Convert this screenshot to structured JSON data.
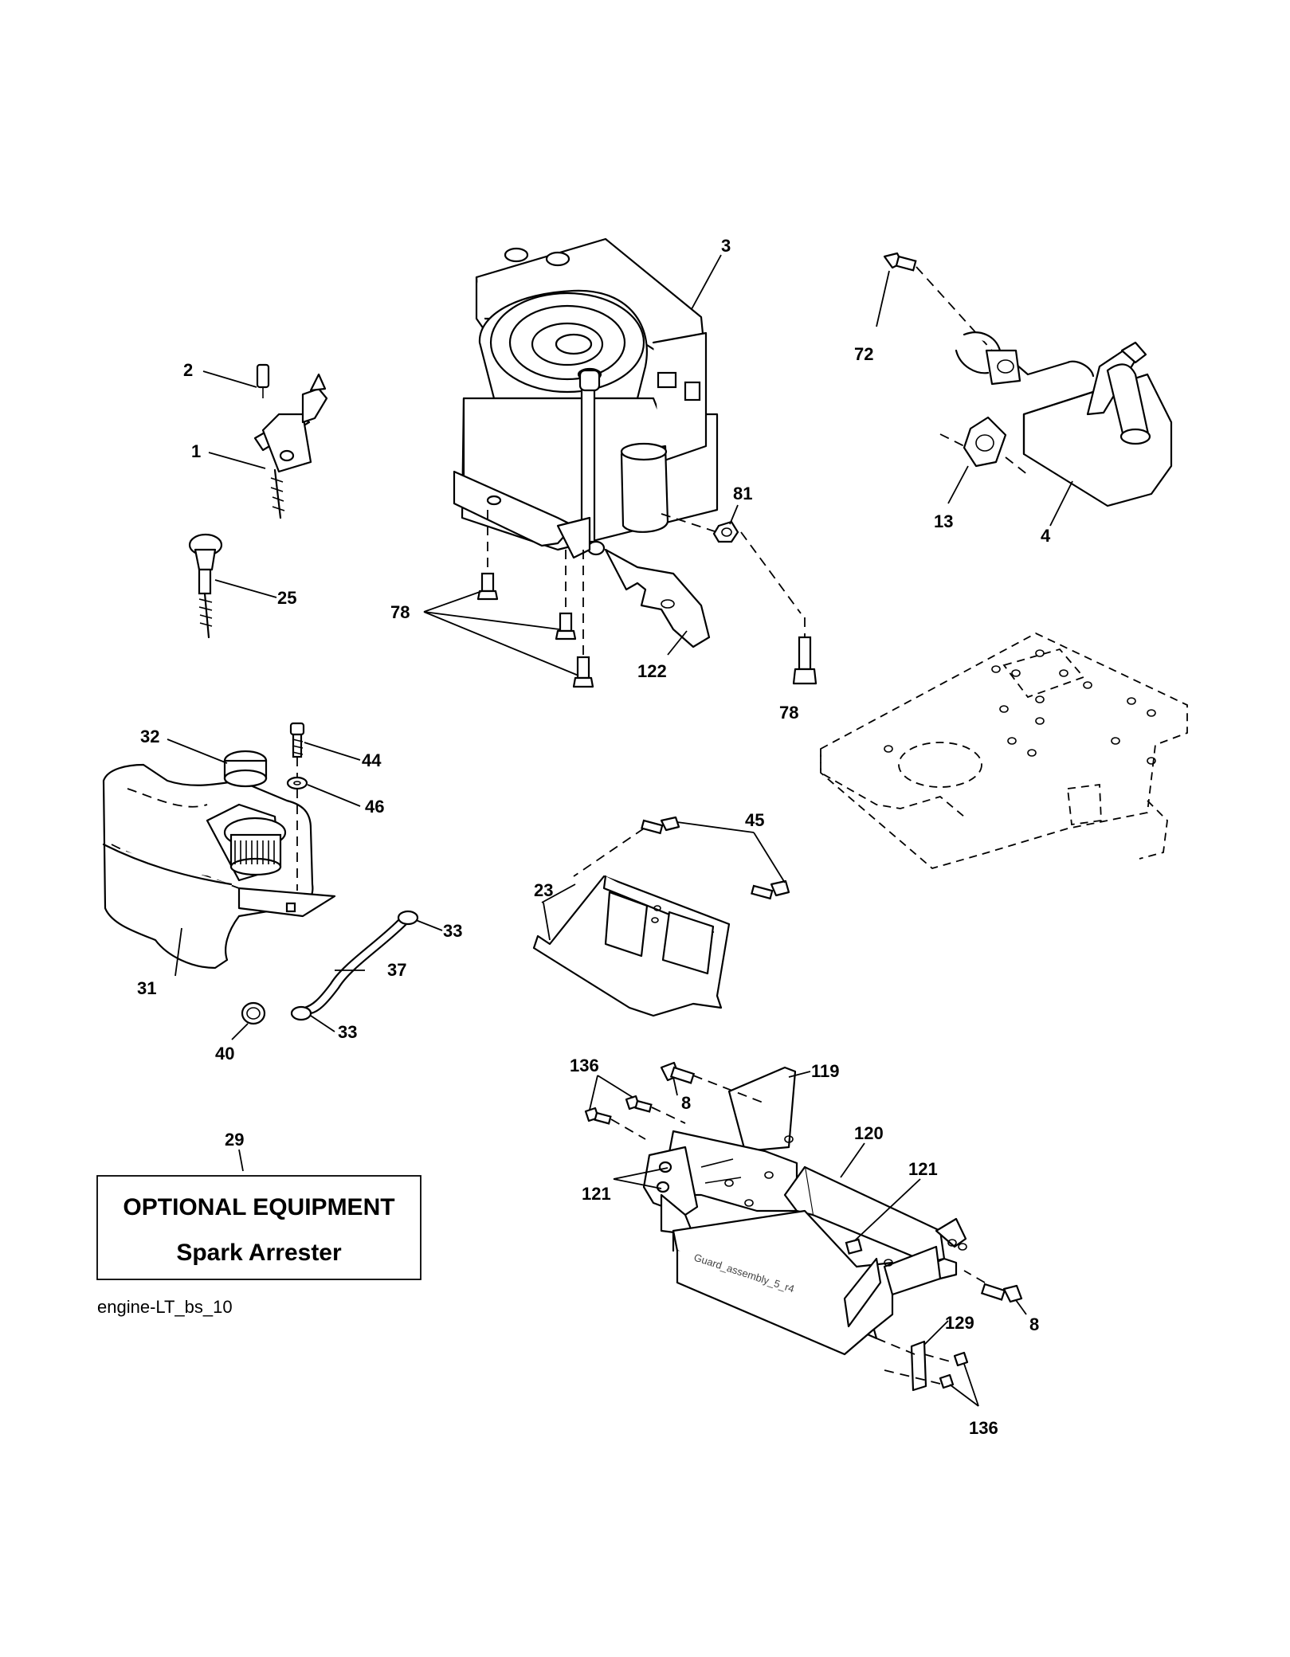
{
  "callouts": {
    "c1": "1",
    "c2": "2",
    "c3": "3",
    "c4": "4",
    "c8a": "8",
    "c8b": "8",
    "c13": "13",
    "c23": "23",
    "c25": "25",
    "c29": "29",
    "c31": "31",
    "c32": "32",
    "c33a": "33",
    "c33b": "33",
    "c37": "37",
    "c40": "40",
    "c44": "44",
    "c45": "45",
    "c46": "46",
    "c72": "72",
    "c78a": "78",
    "c78b": "78",
    "c81": "81",
    "c119": "119",
    "c120": "120",
    "c121a": "121",
    "c121b": "121",
    "c122": "122",
    "c129": "129",
    "c136a": "136",
    "c136b": "136"
  },
  "optional_box": {
    "title": "OPTIONAL EQUIPMENT",
    "subtitle": "Spark Arrester"
  },
  "guard_stamp": "Guard_assembly_5_r4",
  "drawing_ref": "engine-LT_bs_10"
}
